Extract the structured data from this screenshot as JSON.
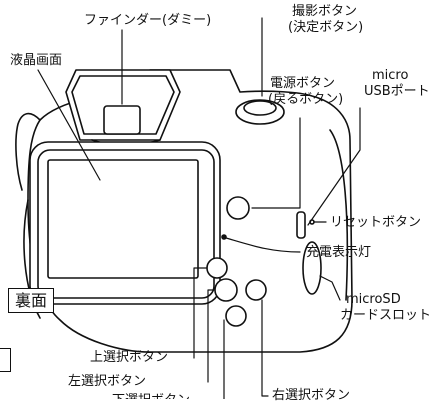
{
  "badge": "裏面",
  "labels": {
    "finder": "ファインダー(ダミー)",
    "shutter_l1": "撮影ボタン",
    "shutter_l2": "(決定ボタン)",
    "lcd": "液晶画面",
    "power_l1": "電源ボタン",
    "power_l2": "(戻るボタン)",
    "usb_l1": "micro",
    "usb_l2": "USBポート",
    "reset": "リセットボタン",
    "charge_led": "充電表示灯",
    "sd_l1": "microSD",
    "sd_l2": "カードスロット",
    "up": "上選択ボタン",
    "left": "左選択ボタン",
    "down": "下選択ボタン",
    "right": "右選択ボタン"
  },
  "colors": {
    "ink": "#111111",
    "fill": "#ffffff"
  }
}
